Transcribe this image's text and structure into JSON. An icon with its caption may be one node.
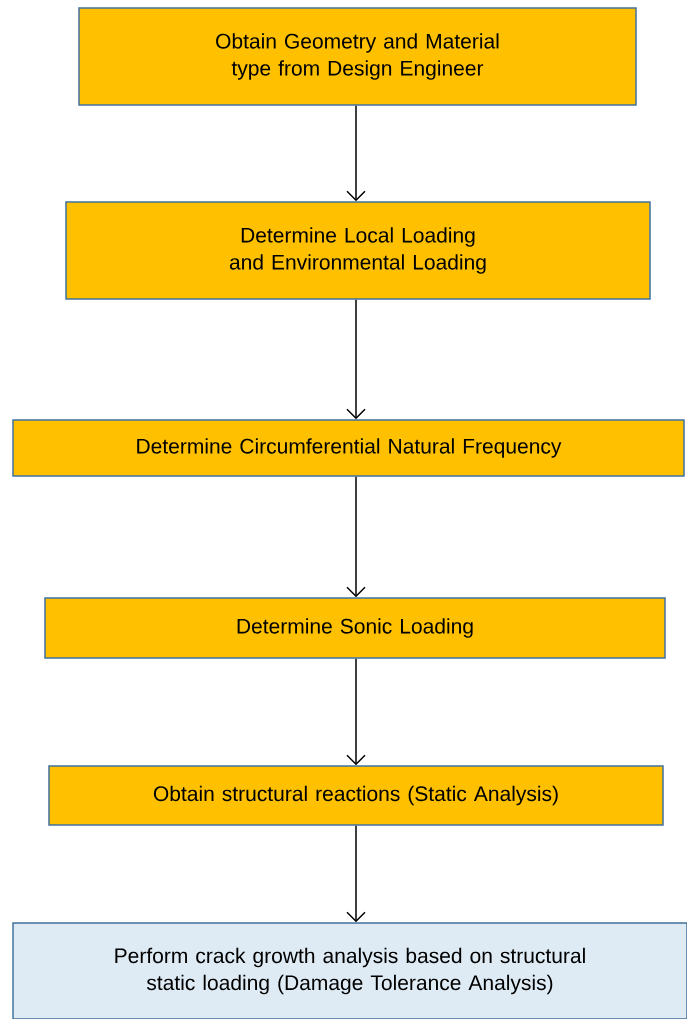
{
  "diagram": {
    "nodes": [
      {
        "text": [
          "Obtain Geometry and Material type from Design Engineer"
        ]
      },
      {
        "text": [
          "Determine Local Loading and Environmental Loading"
        ]
      },
      {
        "text": [
          "Determine Circumferential Natural Frequency"
        ]
      },
      {
        "text": [
          "Determine Sonic Loading"
        ]
      },
      {
        "text": [
          "Obtain structural reactions (Static Analysis)"
        ]
      },
      {
        "text": [
          "Perform crack growth analysis based on structural static loading (Damage Tolerance Analysis)"
        ]
      }
    ],
    "edges": [
      {
        "from": 0,
        "to": 1,
        "arrow": "to"
      },
      {
        "from": 1,
        "to": 2,
        "arrow": "to"
      },
      {
        "from": 2,
        "to": 3,
        "arrow": "to"
      },
      {
        "from": 3,
        "to": 4,
        "arrow": "to"
      },
      {
        "from": 4,
        "to": 5,
        "arrow": "to"
      }
    ]
  }
}
